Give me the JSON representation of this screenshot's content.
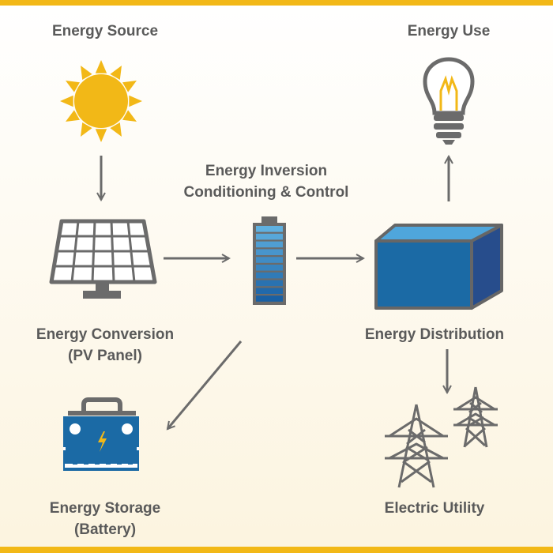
{
  "labels": {
    "source": "Energy Source",
    "use": "Energy Use",
    "inversion_1": "Energy Inversion",
    "inversion_2": "Conditioning & Control",
    "conversion_1": "Energy Conversion",
    "conversion_2": "(PV Panel)",
    "distribution": "Energy Distribution",
    "storage_1": "Energy Storage",
    "storage_2": "(Battery)",
    "utility": "Electric Utility"
  },
  "colors": {
    "accent_yellow": "#f2b817",
    "blue": "#1b6aa5",
    "gray": "#6b6b6b"
  }
}
